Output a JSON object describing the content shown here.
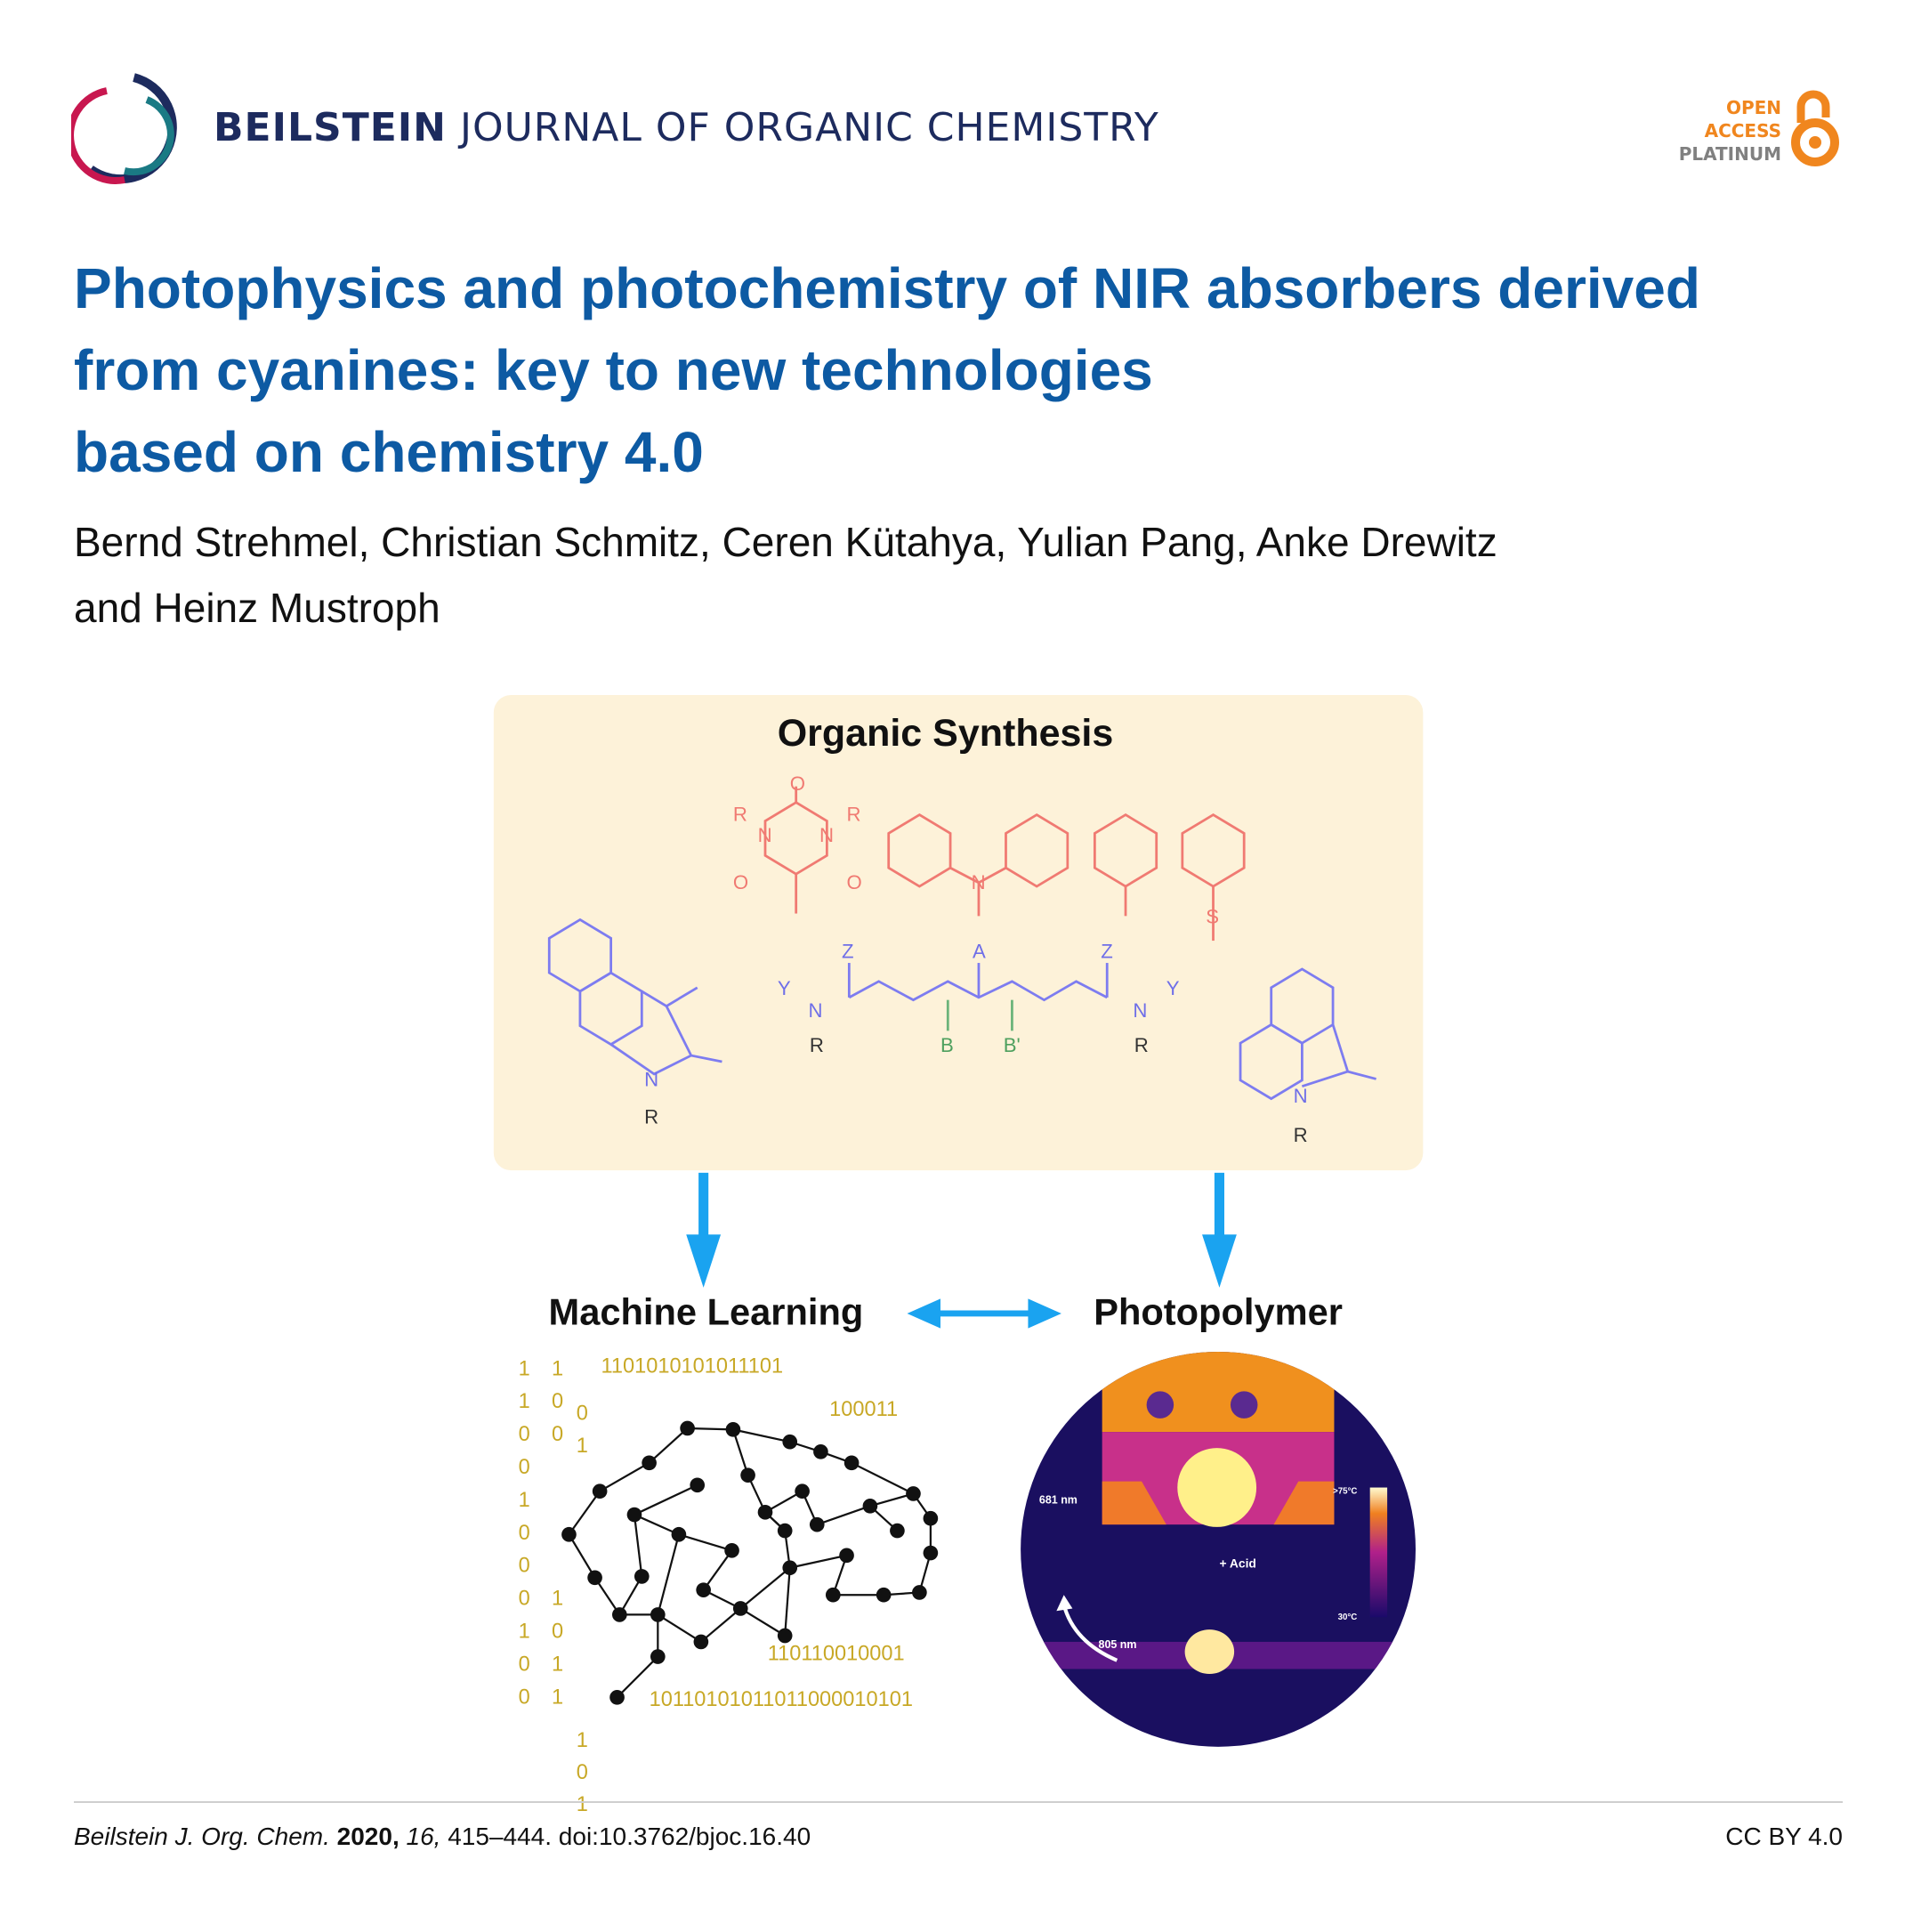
{
  "header": {
    "journal_bold": "BEILSTEIN",
    "journal_rest": "JOURNAL OF ORGANIC CHEMISTRY",
    "badge": [
      "OPEN",
      "ACCESS",
      "PLATINUM"
    ]
  },
  "article": {
    "title_lines": [
      "Photophysics and photochemistry of NIR absorbers derived",
      "from cyanines: key to new technologies",
      "based on chemistry 4.0"
    ],
    "author_lines": [
      "Bernd Strehmel, Christian Schmitz, Ceren Kütahya, Yulian Pang, Anke Drewitz",
      "and Heinz Mustroph"
    ]
  },
  "figure": {
    "box_title": "Organic Synthesis",
    "machine_learning": "Machine Learning",
    "photopolymer": "Photopolymer",
    "binary": [
      "1101010101011101",
      "100011",
      "110110010001",
      "10110101011011000010101"
    ],
    "binary_col1": [
      "1",
      "1",
      "0",
      "0",
      "1",
      "0",
      "0",
      "0",
      "1",
      "0",
      "0"
    ],
    "binary_col2": [
      "1",
      "0",
      "0",
      "",
      "",
      "",
      "",
      "1",
      "0",
      "1",
      "1"
    ],
    "binary_col3": [
      "0",
      "1",
      "",
      "",
      "",
      "",
      "",
      "1",
      "0",
      "1"
    ],
    "chem_labels": {
      "z": "Z",
      "y": "Y",
      "a": "A",
      "b": "B",
      "b2": "B'",
      "n": "N",
      "r1": "R",
      "s": "S",
      "o": "O",
      "r": "R",
      "plus": "+",
      "minus": "−"
    },
    "thermal": {
      "wavelength1": "681 nm",
      "wavelength2": "805 nm",
      "acid": "+ Acid",
      "t_high": ">75°C",
      "t_low": "30°C"
    }
  },
  "footer": {
    "journal_abbr": "Beilstein J. Org. Chem.",
    "year": "2020,",
    "volume": "16,",
    "pages_doi": "415–444. doi:10.3762/bjoc.16.40",
    "license": "CC BY 4.0"
  },
  "colors": {
    "title": "#0d5aa3",
    "box": "#fdf2d9",
    "arrow": "#1aa3f0",
    "binary": "#c8a826",
    "badge": "#f0861e"
  }
}
